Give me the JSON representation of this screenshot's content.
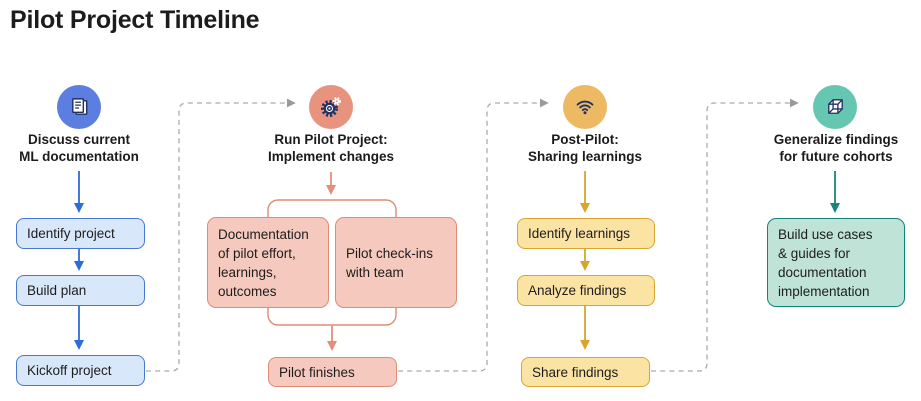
{
  "title": "Pilot Project Timeline",
  "palette": {
    "background": "#ffffff",
    "text": "#1b1b1b",
    "icon_navy": "#223263",
    "connector_gray": "#ababab",
    "blue_accent": "#2e6bdc",
    "blue_circle": "#5c7ee0",
    "blue_box_bg": "#d9e7fa",
    "blue_box_border": "#4678d2",
    "salmon_accent": "#e2907a",
    "salmon_circle": "#e8937e",
    "salmon_box_bg": "#f5c9bd",
    "salmon_box_border": "#dd8c76",
    "gold_accent": "#d9a42c",
    "gold_circle": "#edb963",
    "gold_box_bg": "#fbe3a4",
    "gold_box_border": "#d8a531",
    "teal_accent": "#18857b",
    "teal_circle": "#65c6b1",
    "teal_box_bg": "#bfe3d6",
    "teal_box_border": "#0f857a"
  },
  "columns": [
    {
      "id": "discuss",
      "icon": "documents-icon",
      "header": "Discuss current\nML documentation",
      "boxes": [
        "Identify project",
        "Build plan",
        "Kickoff project"
      ]
    },
    {
      "id": "run-pilot",
      "icon": "gears-icon",
      "header": "Run Pilot Project:\nImplement changes",
      "boxes": [
        "Documentation\nof pilot effort,\nlearnings,\noutcomes",
        "Pilot check-ins\nwith team",
        "Pilot finishes"
      ]
    },
    {
      "id": "post-pilot",
      "icon": "wifi-icon",
      "header": "Post-Pilot:\nSharing learnings",
      "boxes": [
        "Identify learnings",
        "Analyze findings",
        "Share findings"
      ]
    },
    {
      "id": "generalize",
      "icon": "cube-icon",
      "header": "Generalize findings\nfor future cohorts",
      "boxes": [
        "Build use cases\n& guides for\ndocumentation\nimplementation"
      ]
    }
  ]
}
